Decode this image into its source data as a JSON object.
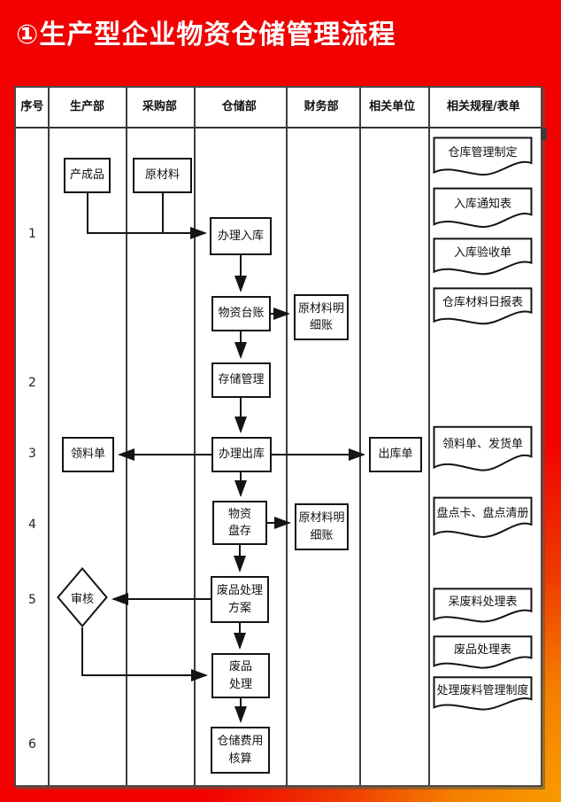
{
  "title": "①生产型企业物资仓储管理流程",
  "table": {
    "headers": [
      "序号",
      "生产部",
      "采购部",
      "仓储部",
      "财务部",
      "相关单位",
      "相关规程/表单"
    ],
    "row_numbers": [
      "1",
      "2",
      "3",
      "4",
      "5",
      "6"
    ]
  },
  "flow_nodes": {
    "finished_goods": "产成品",
    "raw_material": "原材料",
    "inbound_processing": "办理入库",
    "material_ledger": "物资台账",
    "raw_material_detail_ledger_1": "原材料明\n细账",
    "storage_management": "存储管理",
    "material_requisition": "领料单",
    "outbound_processing": "办理出库",
    "outbound_order": "出库单",
    "material_stocktake": "物资\n盘存",
    "raw_material_detail_ledger_2": "原材料明\n细账",
    "review": "审核",
    "scrap_disposal_plan": "废品处理\n方案",
    "scrap_disposal": "废品\n处理",
    "warehouse_cost_accounting": "仓储费用\n核算"
  },
  "documents": [
    "仓库管理制定",
    "入库通知表",
    "入库验收单",
    "仓库材料日报表",
    "领料单、发货单",
    "盘点卡、盘点清册",
    "呆废料处理表",
    "废品处理表",
    "处理废料管理制度"
  ],
  "colors": {
    "background_red": "#f30000",
    "background_orange": "#f9a100",
    "title_text": "#ffffff",
    "line": "#141414"
  }
}
